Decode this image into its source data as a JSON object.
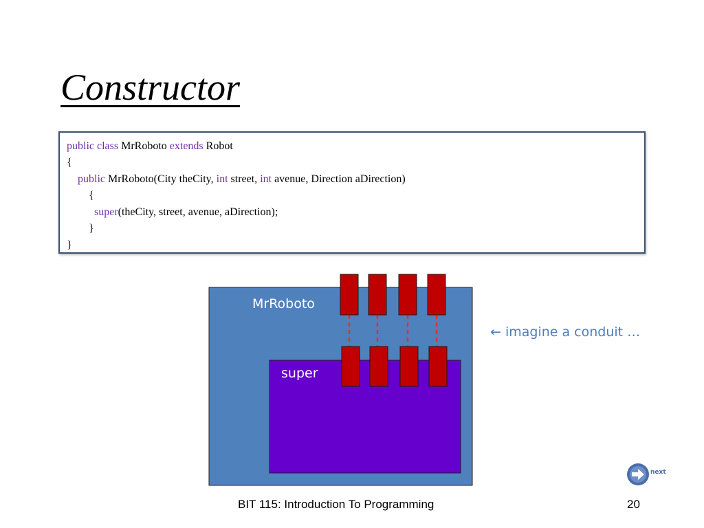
{
  "slide": {
    "title": "Constructor",
    "code": {
      "line1": {
        "kw": "public class",
        "rest1": " MrRoboto ",
        "kw2": "extends",
        "rest2": " Robot"
      },
      "line2": "{",
      "line3": {
        "indent": "    ",
        "kw": "public",
        "rest1": " MrRoboto(City theCity, ",
        "kw2": "int",
        "rest2": " street, ",
        "kw3": "int",
        "rest3": " avenue, Direction aDirection)"
      },
      "line4": "        {",
      "line5": {
        "indent": "          ",
        "kw": "super",
        "rest": "(theCity, street, avenue, aDirection);"
      },
      "line6": "        }",
      "line7": "}"
    },
    "diagram": {
      "outer_label": "MrRoboto",
      "inner_label": "super",
      "outer_color": "#4f81bd",
      "inner_color": "#6600cc",
      "connector_color": "#c00000",
      "connector_count": 4
    },
    "conduit_note": "← imagine a conduit …",
    "next_label": "next",
    "footer": "BIT 115: Introduction To Programming",
    "page_number": "20"
  }
}
